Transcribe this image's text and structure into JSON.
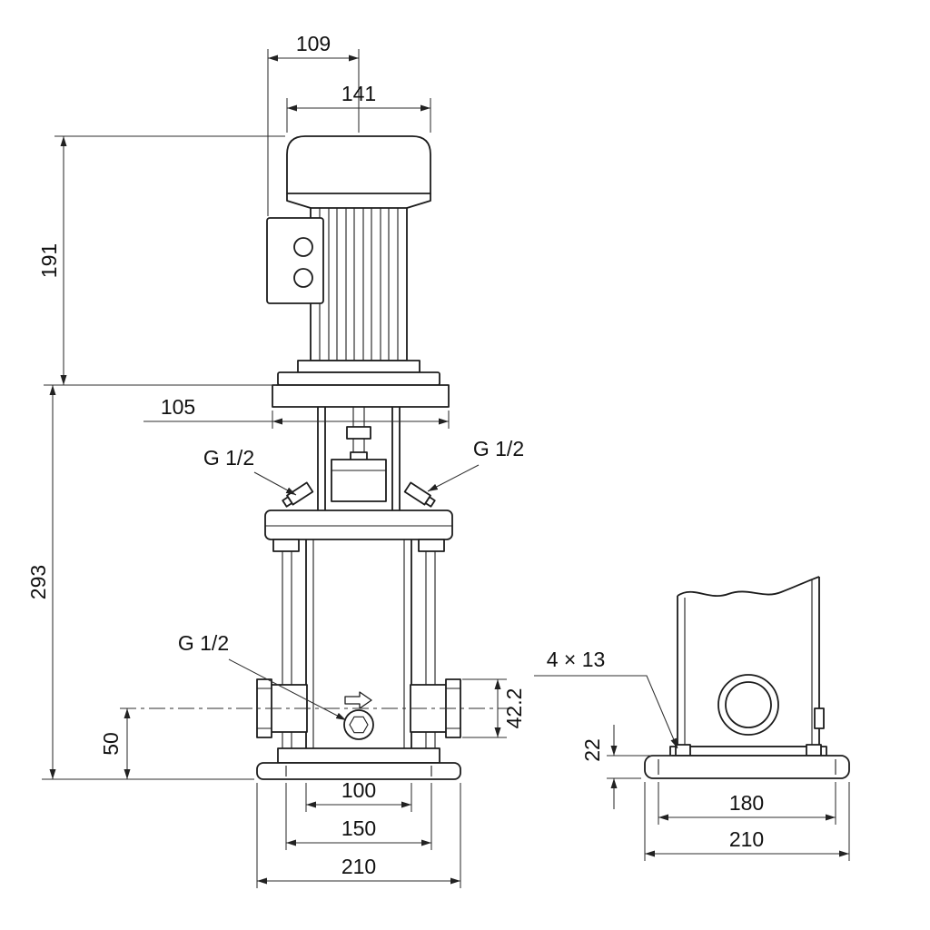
{
  "drawing": {
    "type": "pump-outline-dimensional-drawing",
    "colors": {
      "line": "#1c1c1c",
      "dimension_line": "#2e2e2e",
      "background": "#ffffff"
    },
    "labels": {
      "dim_109": "109",
      "dim_141": "141",
      "dim_191": "191",
      "dim_105": "105",
      "dim_293": "293",
      "plug_top_left": "G 1/2",
      "plug_top_right": "G 1/2",
      "plug_drain": "G 1/2",
      "dim_50": "50",
      "dim_42_2": "42.2",
      "dim_100": "100",
      "dim_150": "150",
      "dim_210_front": "210",
      "bolt_holes": "4 × 13",
      "dim_22": "22",
      "dim_180": "180",
      "dim_210_side": "210"
    }
  }
}
